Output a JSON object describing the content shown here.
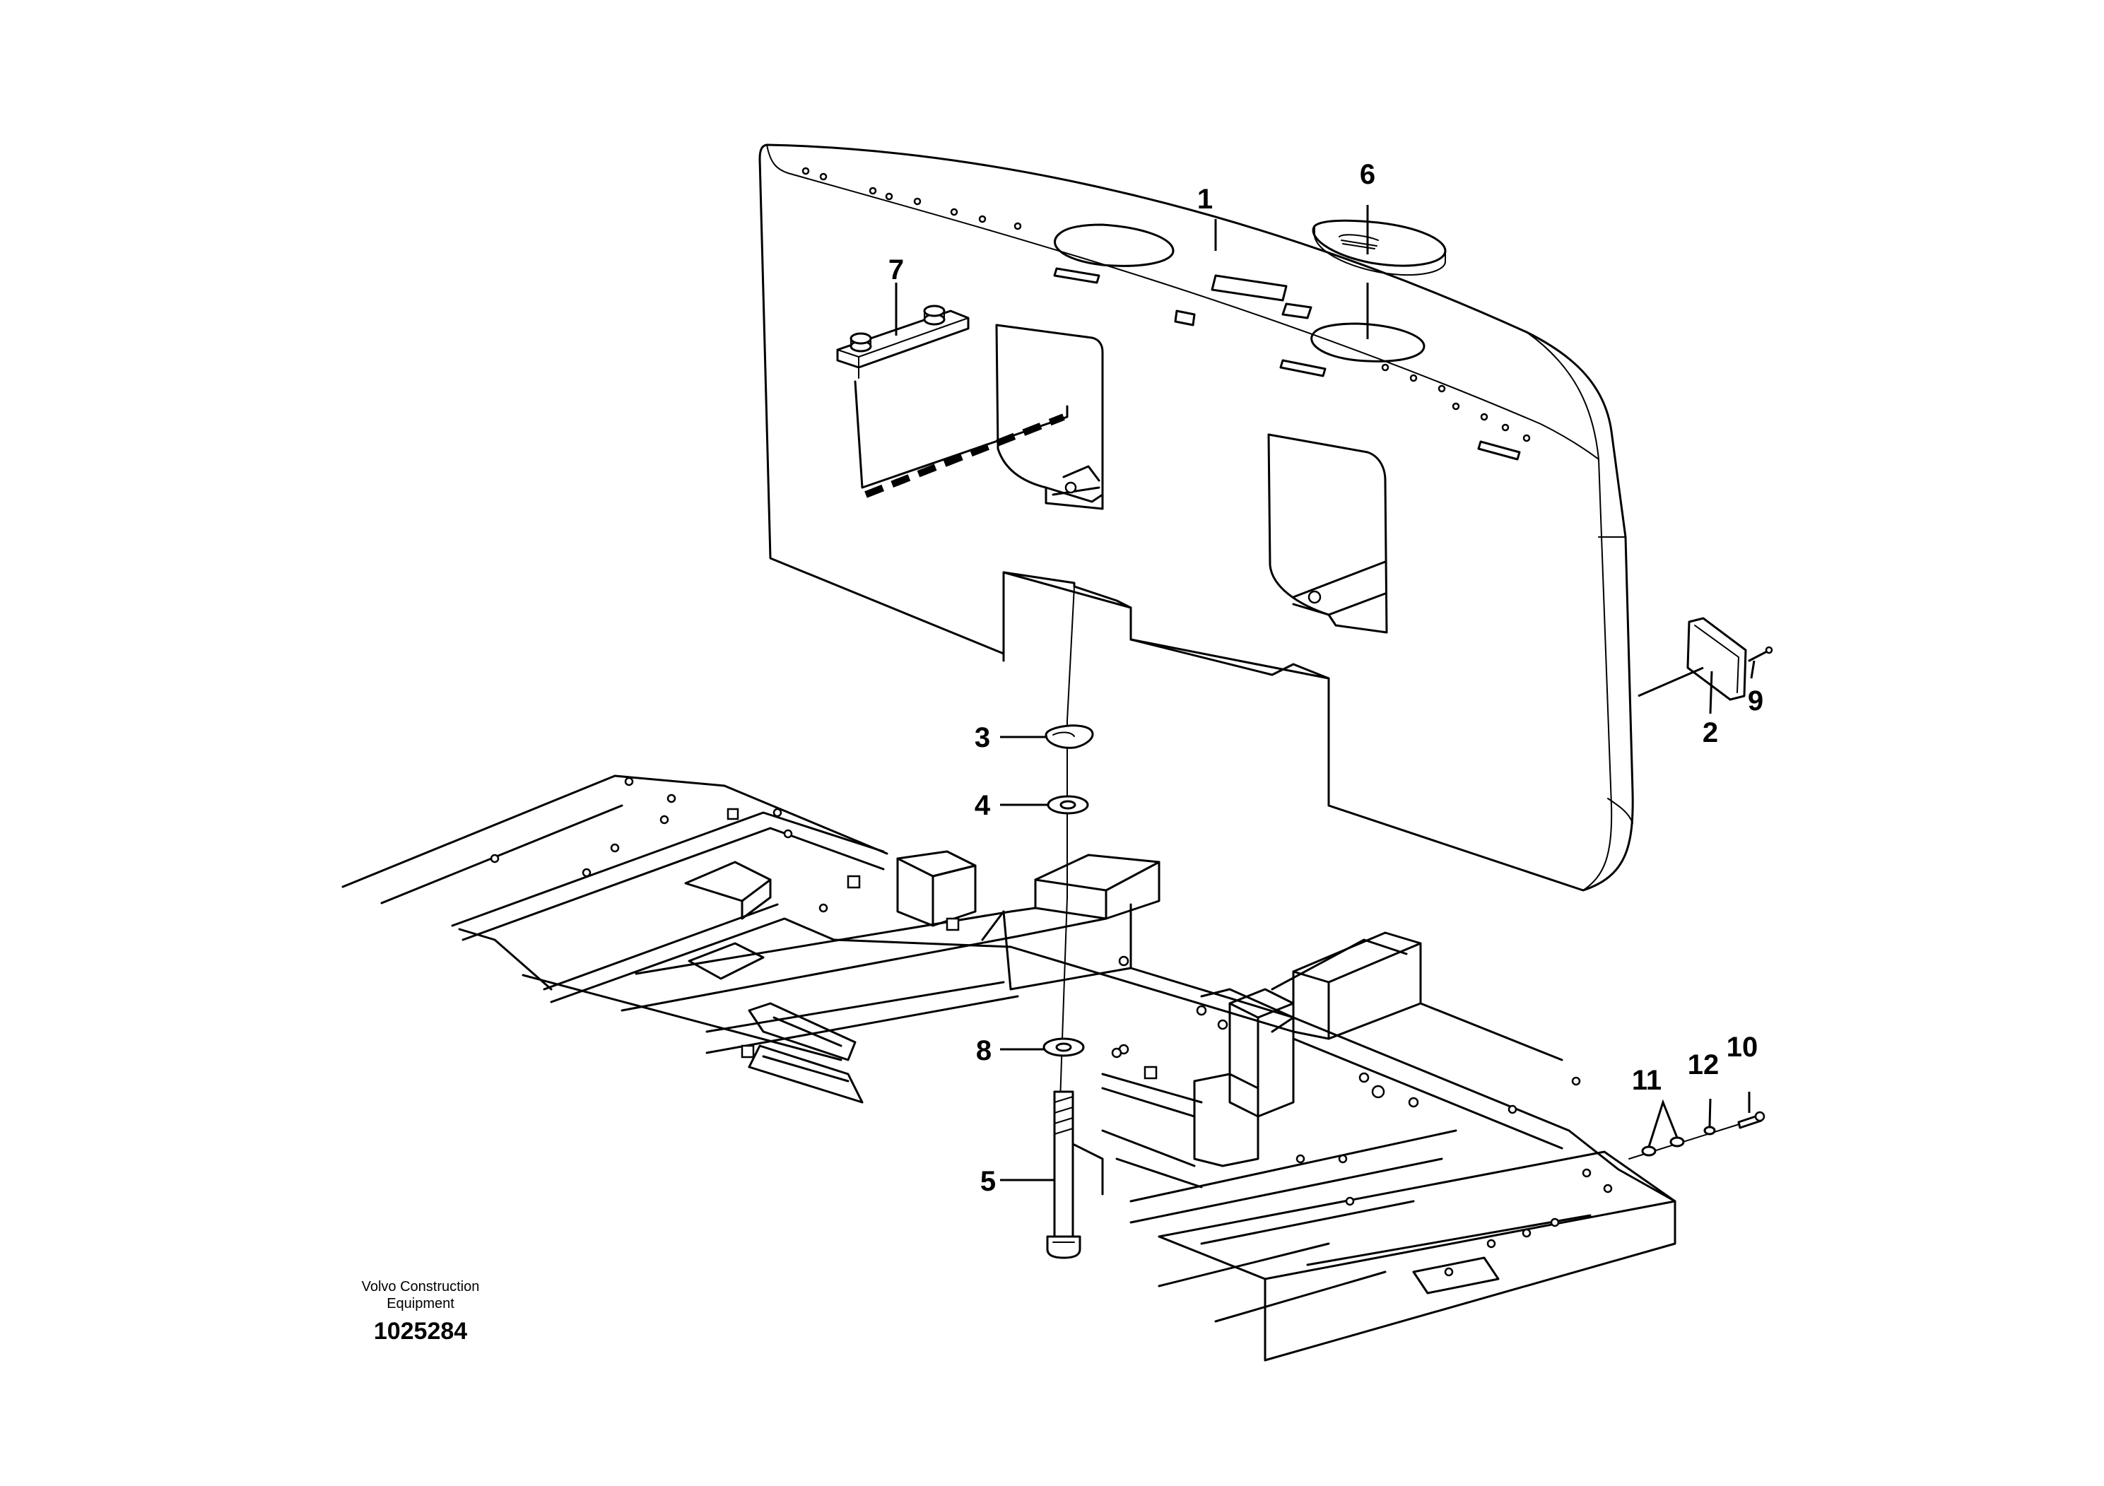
{
  "callouts": {
    "c1": "1",
    "c2": "2",
    "c3": "3",
    "c4": "4",
    "c5": "5",
    "c6": "6",
    "c7": "7",
    "c8": "8",
    "c9": "9",
    "c10": "10",
    "c11": "11",
    "c12": "12"
  },
  "footer": {
    "brand_line1": "Volvo Construction",
    "brand_line2": "Equipment",
    "drawing_number": "1025284"
  }
}
